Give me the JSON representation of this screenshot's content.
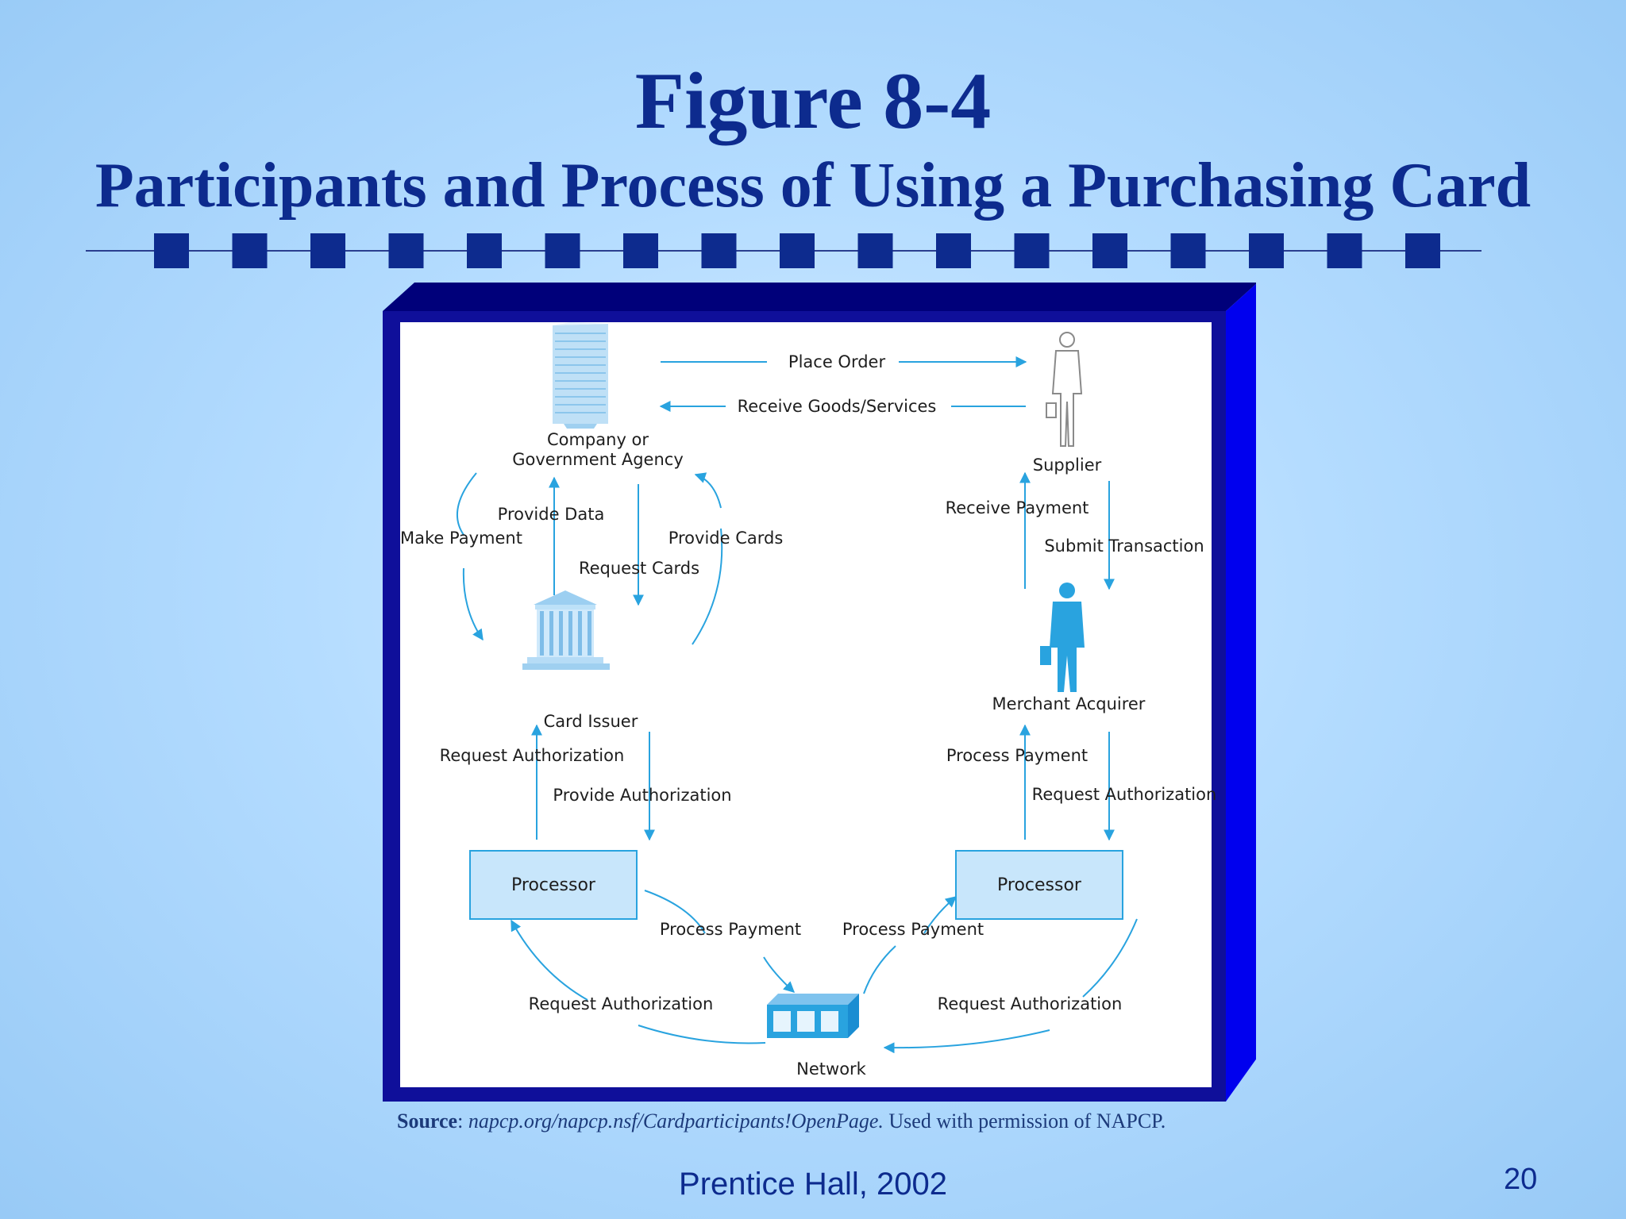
{
  "slide": {
    "title": "Figure 8-4",
    "subtitle": "Participants and Process of Using a Purchasing Card",
    "source_label": "Source",
    "source_sep": ":",
    "source_ref": "napcp.org/napcp.nsf/Cardparticipants!OpenPage.",
    "source_note": " Used with permission of NAPCP.",
    "footer": "Prentice Hall, 2002",
    "page_number": "20"
  },
  "colors": {
    "title": "#0d2b8e",
    "frame_dark": "#00007a",
    "frame_bright": "#0000ee",
    "arrow": "#29a3df",
    "processor_fill": "#c8e6fb"
  },
  "diagram": {
    "participants": {
      "company": "Company or Government Agency",
      "company_line1": "Company or",
      "company_line2": "Government Agency",
      "supplier": "Supplier",
      "card_issuer": "Card Issuer",
      "merchant_acquirer": "Merchant Acquirer",
      "processor_left": "Processor",
      "processor_right": "Processor",
      "network": "Network"
    },
    "flows": {
      "place_order": "Place Order",
      "receive_goods": "Receive Goods/Services",
      "provide_data": "Provide Data",
      "make_payment": "Make Payment",
      "provide_cards": "Provide Cards",
      "request_cards": "Request Cards",
      "receive_payment": "Receive Payment",
      "submit_transaction": "Submit Transaction",
      "issuer_request_authorization": "Request Authorization",
      "issuer_provide_authorization": "Provide Authorization",
      "acquirer_process_payment": "Process Payment",
      "acquirer_request_authorization": "Request Authorization",
      "left_process_payment": "Process Payment",
      "right_process_payment": "Process Payment",
      "left_request_authorization": "Request Authorization",
      "right_request_authorization": "Request Authorization"
    }
  }
}
